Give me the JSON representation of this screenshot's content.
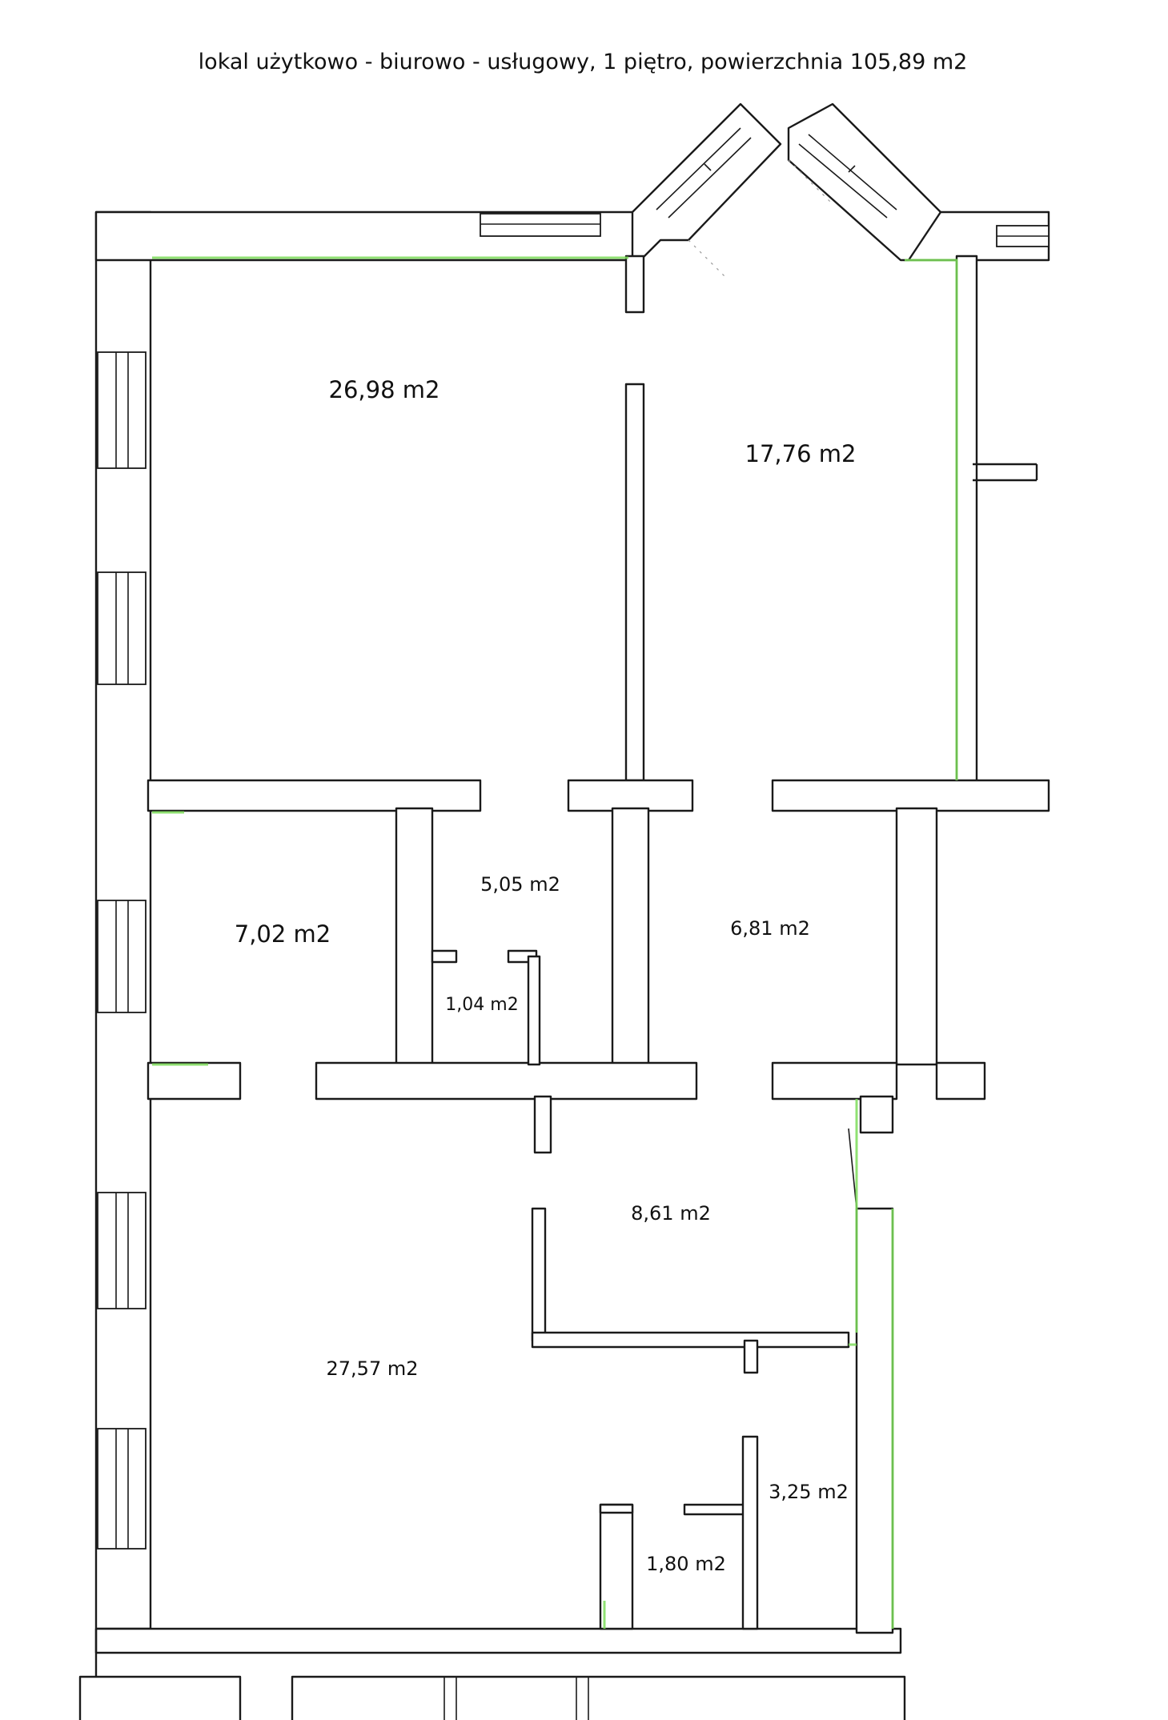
{
  "title": "lokal użytkowo - biurowo - usługowy, 1 piętro, powierzchnia 105,89 m2",
  "rooms": {
    "room_a": "26,98 m2",
    "room_b": "17,76 m2",
    "room_c": "7,02 m2",
    "room_d": "5,05 m2",
    "room_e": "1,04 m2",
    "room_f": "6,81 m2",
    "room_g": "8,61 m2",
    "room_h": "27,57 m2",
    "room_i": "3,25 m2",
    "room_j": "1,80 m2"
  },
  "colors": {
    "wall": "#1a1a1a",
    "highlight": "#7ddc5a"
  }
}
